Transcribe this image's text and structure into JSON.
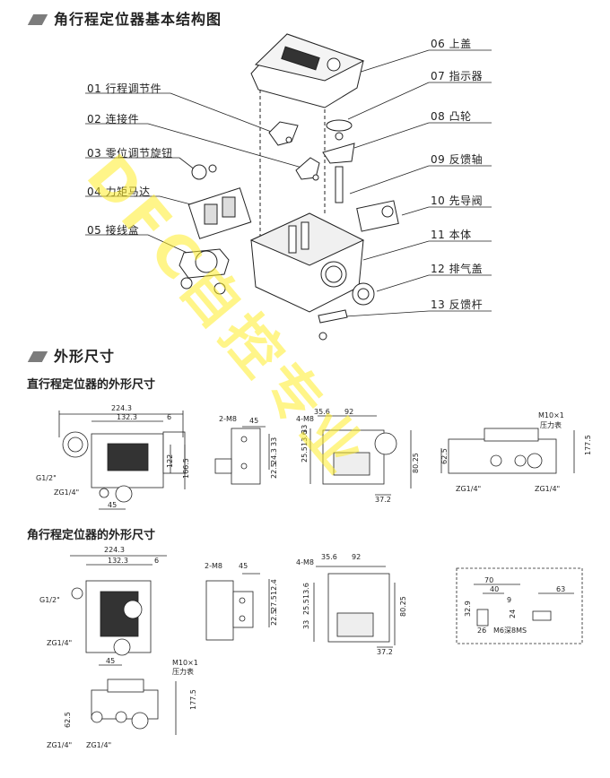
{
  "sections": {
    "structure_title": "角行程定位器基本结构图",
    "outline_title": "外形尺寸",
    "linear_title": "直行程定位器的外形尺寸",
    "rotary_title": "角行程定位器的外形尺寸"
  },
  "parts_left": [
    {
      "num": "01",
      "name": "行程调节件"
    },
    {
      "num": "02",
      "name": "连接件"
    },
    {
      "num": "03",
      "name": "零位调节旋钮"
    },
    {
      "num": "04",
      "name": "力矩马达"
    },
    {
      "num": "05",
      "name": "接线盒"
    }
  ],
  "parts_right": [
    {
      "num": "06",
      "name": "上盖"
    },
    {
      "num": "07",
      "name": "指示器"
    },
    {
      "num": "08",
      "name": "凸轮"
    },
    {
      "num": "09",
      "name": "反馈轴"
    },
    {
      "num": "10",
      "name": "先导阀"
    },
    {
      "num": "11",
      "name": "本体"
    },
    {
      "num": "12",
      "name": "排气盖"
    },
    {
      "num": "13",
      "name": "反馈杆"
    }
  ],
  "linear_dims": {
    "front": [
      "224.3",
      "132.3",
      "6",
      "122",
      "166.5",
      "G1/2\"",
      "ZG1/4\"",
      "45"
    ],
    "side": [
      "2-M8",
      "45",
      "33",
      "24.3",
      "22.5"
    ],
    "rear": [
      "4-M8",
      "35.6",
      "92",
      "13.6",
      "25.5",
      "33",
      "80.25",
      "37.2"
    ],
    "bottom": [
      "M10×1",
      "压力表",
      "62.5",
      "177.5",
      "ZG1/4\"",
      "ZG1/4\""
    ]
  },
  "rotary_dims": {
    "front": [
      "224.3",
      "132.3",
      "6",
      "G1/2\"",
      "ZG1/4\"",
      "45"
    ],
    "side": [
      "2-M8",
      "45",
      "12.4",
      "27.5",
      "22.5"
    ],
    "rear": [
      "4-M8",
      "35.6",
      "92",
      "13.6",
      "25.5",
      "33",
      "80.25",
      "37.2"
    ],
    "bracket": [
      "70",
      "40",
      "9",
      "63",
      "32.9",
      "24",
      "26",
      "M6深8MS"
    ],
    "bottom": [
      "M10×1",
      "压力表",
      "62.5",
      "177.5",
      "ZG1/4\"",
      "ZG1/4\""
    ]
  },
  "watermark": "DFC自控专业"
}
